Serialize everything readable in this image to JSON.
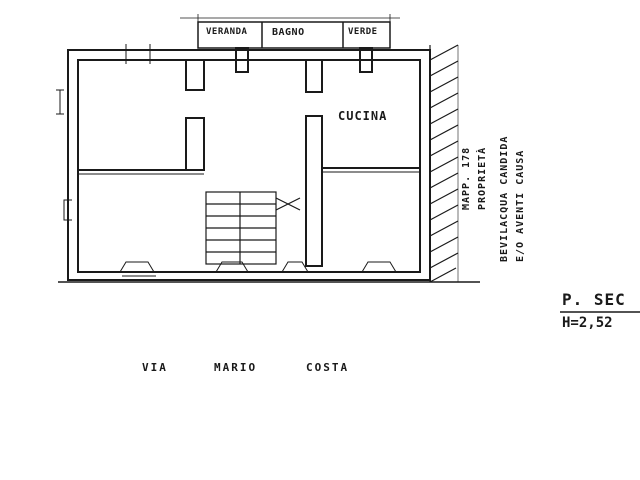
{
  "plan": {
    "labels": {
      "veranda": "VERANDA",
      "bagno": "BAGNO",
      "verde": "VERDE",
      "cucina": "CUCINA",
      "side_1": "MAPP. 178",
      "side_2": "PROPRIETÀ",
      "side_3": "BEVILACQUA CANDIDA",
      "side_4": "E/O AVENTI CAUSA",
      "street_1": "VIA",
      "street_2": "MARIO",
      "street_3": "COSTA",
      "floor_title": "P. SEC",
      "floor_height": "H=2,52"
    },
    "line_color": "#1a1a1a"
  }
}
